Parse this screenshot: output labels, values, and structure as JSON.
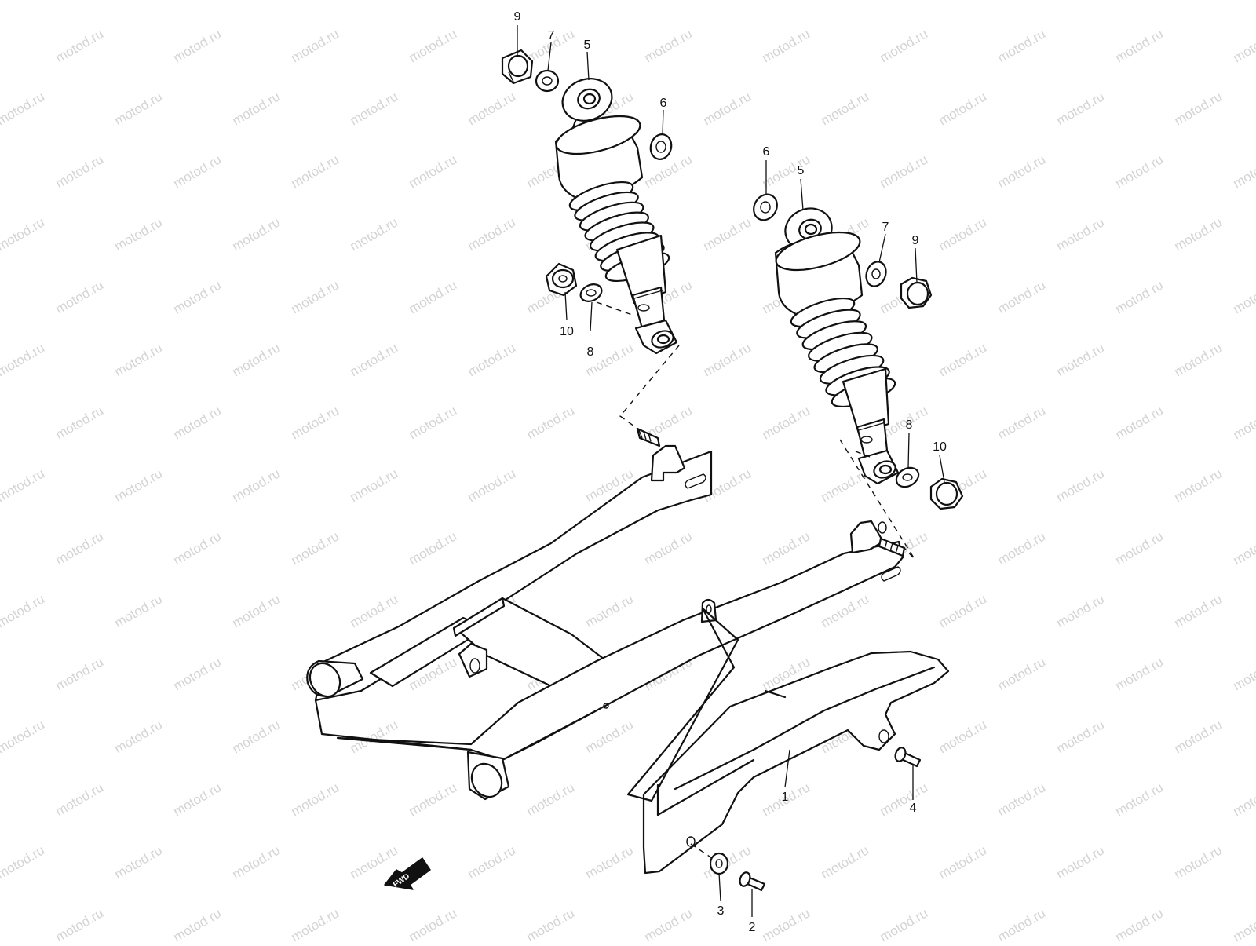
{
  "diagram": {
    "watermark": "motod.ru",
    "fwd_label": "FWD",
    "callouts": [
      {
        "num": "9",
        "part": "nut-cap-upper-left"
      },
      {
        "num": "7",
        "part": "washer-upper-left"
      },
      {
        "num": "5",
        "part": "shock-absorber-left"
      },
      {
        "num": "6",
        "part": "washer-left"
      },
      {
        "num": "10",
        "part": "nut-cap-lower-left"
      },
      {
        "num": "8",
        "part": "washer-lower-left"
      },
      {
        "num": "6",
        "part": "washer-right"
      },
      {
        "num": "5",
        "part": "shock-absorber-right"
      },
      {
        "num": "7",
        "part": "washer-upper-right"
      },
      {
        "num": "9",
        "part": "nut-cap-upper-right"
      },
      {
        "num": "8",
        "part": "washer-lower-right"
      },
      {
        "num": "10",
        "part": "nut-cap-lower-right"
      },
      {
        "num": "1",
        "part": "chain-case"
      },
      {
        "num": "4",
        "part": "bolt-chain-case-rear"
      },
      {
        "num": "3",
        "part": "washer-chain-case"
      },
      {
        "num": "2",
        "part": "bolt-chain-case-front"
      }
    ]
  }
}
